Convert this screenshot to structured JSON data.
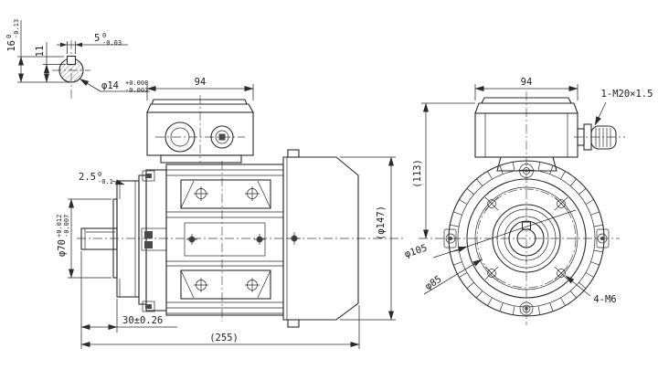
{
  "drawing": {
    "type": "electric-motor-dimension-drawing",
    "colors": {
      "line": "#2a2a2a",
      "background": "#ffffff"
    }
  },
  "dims": {
    "shaft_section": {
      "total_height": {
        "value": "16",
        "upper": "0",
        "lower": "-0.13"
      },
      "key_depth": "11",
      "key_width": {
        "value": "5",
        "upper": "0",
        "lower": "-0.03"
      },
      "shaft_dia": {
        "value": "φ14",
        "upper": "+0.008",
        "lower": "-0.003"
      }
    },
    "side_view": {
      "box_width": "94",
      "spigot_depth": {
        "value": "2.5",
        "upper": "0",
        "lower": "-0.1"
      },
      "spigot_dia": {
        "value": "φ70",
        "upper": "+0.012",
        "lower": "-0.007"
      },
      "shaft_length": "30±0.26",
      "total_length": "(255)",
      "frame_dia": "(φ147)"
    },
    "front_view": {
      "box_width": "94",
      "cable_gland": "1-M20×1.5",
      "center_to_top": "(113)",
      "flange_dia": "φ105",
      "bolt_circle_dia": "φ85",
      "flange_holes": "4-M6"
    }
  }
}
